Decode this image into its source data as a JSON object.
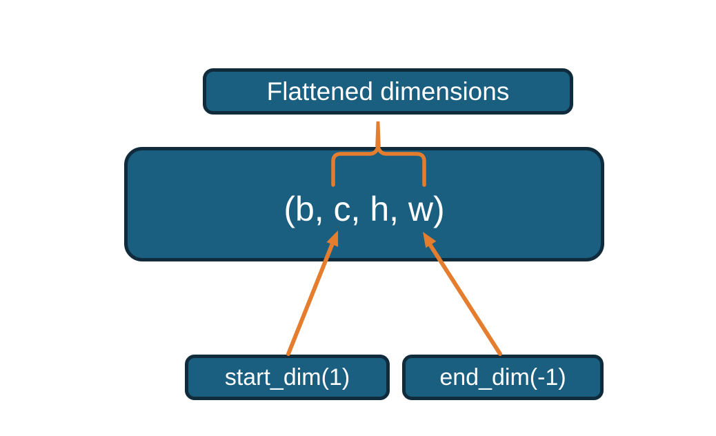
{
  "diagram": {
    "title_box": {
      "label": "Flattened dimensions"
    },
    "tensor_box": {
      "label": "(b, c, h, w)"
    },
    "start_box": {
      "label": "start_dim(1)"
    },
    "end_box": {
      "label": "end_dim(-1)"
    },
    "colors": {
      "box_fill": "#1a5f80",
      "box_border": "#0f2b3c",
      "connector_orange": "#e57d2f",
      "text": "#ffffff",
      "background": "#ffffff"
    }
  }
}
